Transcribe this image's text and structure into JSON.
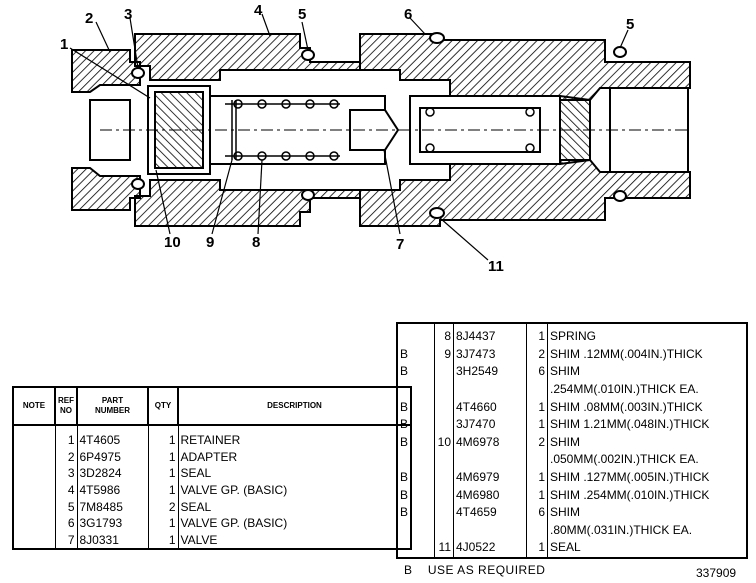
{
  "callouts": [
    "1",
    "2",
    "3",
    "4",
    "5",
    "6",
    "5",
    "10",
    "9",
    "8",
    "7",
    "11"
  ],
  "left_table": {
    "headers": {
      "note": "NOTE",
      "ref": "REF\nNO",
      "part": "PART\nNUMBER",
      "qty": "QTY",
      "desc": "DESCRIPTION"
    },
    "rows": [
      {
        "note": "",
        "ref": "1",
        "part": "4T4605",
        "qty": "1",
        "desc": "RETAINER"
      },
      {
        "note": "",
        "ref": "2",
        "part": "6P4975",
        "qty": "1",
        "desc": "ADAPTER"
      },
      {
        "note": "",
        "ref": "3",
        "part": "3D2824",
        "qty": "1",
        "desc": "SEAL"
      },
      {
        "note": "",
        "ref": "4",
        "part": "4T5986",
        "qty": "1",
        "desc": "VALVE GP. (BASIC)"
      },
      {
        "note": "",
        "ref": "5",
        "part": "7M8485",
        "qty": "2",
        "desc": "SEAL"
      },
      {
        "note": "",
        "ref": "6",
        "part": "3G1793",
        "qty": "1",
        "desc": "VALVE GP. (BASIC)"
      },
      {
        "note": "",
        "ref": "7",
        "part": "8J0331",
        "qty": "1",
        "desc": "VALVE"
      }
    ]
  },
  "right_table": {
    "rows": [
      {
        "note": "",
        "ref": "8",
        "part": "8J4437",
        "qty": "1",
        "desc": "SPRING"
      },
      {
        "note": "B",
        "ref": "9",
        "part": "3J7473",
        "qty": "2",
        "desc": "SHIM .12MM(.004IN.)THICK"
      },
      {
        "note": "B",
        "ref": "",
        "part": "3H2549",
        "qty": "6",
        "desc": "SHIM"
      },
      {
        "note": "",
        "ref": "",
        "part": "",
        "qty": "",
        "desc": ".254MM(.010IN.)THICK EA."
      },
      {
        "note": "B",
        "ref": "",
        "part": "4T4660",
        "qty": "1",
        "desc": "SHIM .08MM(.003IN.)THICK"
      },
      {
        "note": "B",
        "ref": "",
        "part": "3J7470",
        "qty": "1",
        "desc": "SHIM 1.21MM(.048IN.)THICK"
      },
      {
        "note": "B",
        "ref": "10",
        "part": "4M6978",
        "qty": "2",
        "desc": "SHIM"
      },
      {
        "note": "",
        "ref": "",
        "part": "",
        "qty": "",
        "desc": ".050MM(.002IN.)THICK EA."
      },
      {
        "note": "B",
        "ref": "",
        "part": "4M6979",
        "qty": "1",
        "desc": "SHIM .127MM(.005IN.)THICK"
      },
      {
        "note": "B",
        "ref": "",
        "part": "4M6980",
        "qty": "1",
        "desc": "SHIM .254MM(.010IN.)THICK"
      },
      {
        "note": "B",
        "ref": "",
        "part": "4T4659",
        "qty": "6",
        "desc": "SHIM"
      },
      {
        "note": "",
        "ref": "",
        "part": "",
        "qty": "",
        "desc": ".80MM(.031IN.)THICK EA."
      },
      {
        "note": "",
        "ref": "11",
        "part": "4J0522",
        "qty": "1",
        "desc": "SEAL"
      }
    ]
  },
  "footnote": "B    USE AS REQUIRED",
  "drawing_number": "337909"
}
